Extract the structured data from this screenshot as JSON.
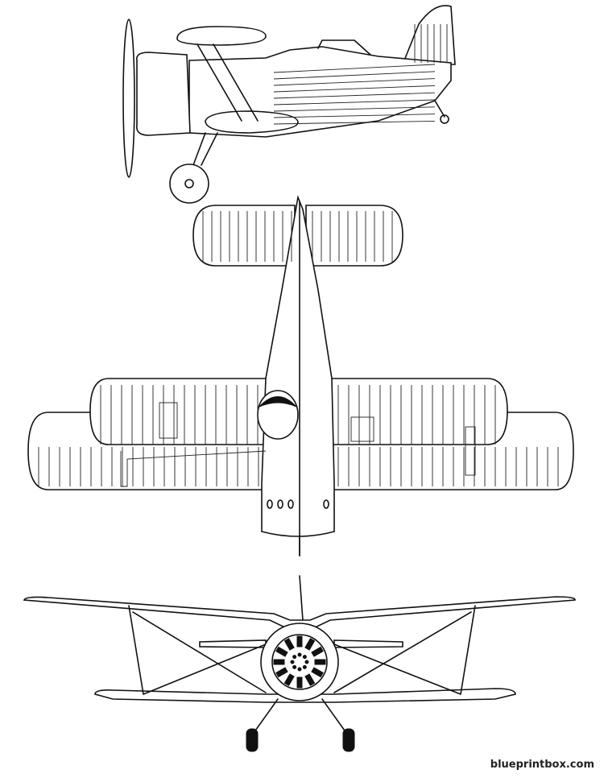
{
  "watermark": "blueprintbox.com",
  "views": [
    "side",
    "top",
    "front"
  ]
}
